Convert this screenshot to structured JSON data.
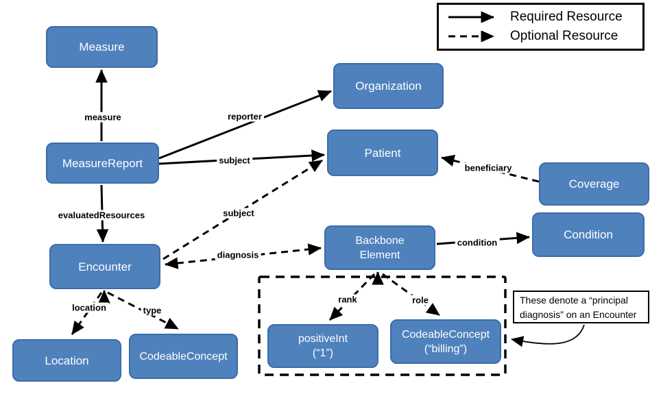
{
  "legend": {
    "required_label": "Required Resource",
    "optional_label": "Optional Resource"
  },
  "nodes": {
    "measure": {
      "label": "Measure"
    },
    "measure_report": {
      "label": "MeasureReport"
    },
    "encounter": {
      "label": "Encounter"
    },
    "location": {
      "label": "Location"
    },
    "codeable_concept": {
      "label": "CodeableConcept"
    },
    "organization": {
      "label": "Organization"
    },
    "patient": {
      "label": "Patient"
    },
    "coverage": {
      "label": "Coverage"
    },
    "condition": {
      "label": "Condition"
    },
    "backbone_element": {
      "line1": "Backbone",
      "line2": "Element"
    },
    "positive_int": {
      "line1": "positiveInt",
      "line2": "(“1”)"
    },
    "codeable_concept_billing": {
      "line1": "CodeableConcept",
      "line2": "(“billing”)"
    }
  },
  "edge_labels": {
    "measure": "measure",
    "evaluated_resources": "evaluatedResources",
    "reporter": "reporter",
    "subject_required": "subject",
    "subject_optional": "subject",
    "diagnosis": "diagnosis",
    "beneficiary": "beneficiary",
    "condition": "condition",
    "rank": "rank",
    "role": "role",
    "location": "location",
    "type": "type"
  },
  "callout": {
    "text": "These denote a “principal diagnosis” on an Encounter"
  },
  "colors": {
    "node_fill": "#4f81bd",
    "node_border": "#3a6ca8",
    "node_text": "#ffffff",
    "line_color": "#000000"
  }
}
